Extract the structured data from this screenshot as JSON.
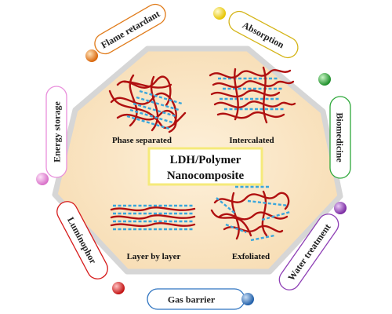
{
  "center": {
    "line1": "LDH/Polymer",
    "line2": "Nanocomposite"
  },
  "structures": {
    "phase_separated": "Phase separated",
    "intercalated": "Intercalated",
    "layer_by_layer": "Layer by layer",
    "exfoliated": "Exfoliated"
  },
  "applications": {
    "flame_retardant": {
      "label": "Flame retardant",
      "color": "#e07b1a"
    },
    "absorption": {
      "label": "Absorption",
      "color": "#f2d21f"
    },
    "biomedicine": {
      "label": "Biomedicine",
      "color": "#2ea83a"
    },
    "water_treatment": {
      "label": "Water treatment",
      "color": "#8e3fb5"
    },
    "gas_barrier": {
      "label": "Gas barrier",
      "color": "#2f74c0"
    },
    "luminophor": {
      "label": "Luminophor",
      "color": "#d61c1c"
    },
    "energy_storage": {
      "label": "Energy storage",
      "color": "#e98fdc"
    }
  },
  "colors": {
    "heptagon_fill": "#fbe6c4",
    "heptagon_stroke": "#d8d8d8",
    "polymer_chain": "#b01010",
    "ldh_layer": "#3aa6dc",
    "center_box_border": "#f5ea7a"
  }
}
